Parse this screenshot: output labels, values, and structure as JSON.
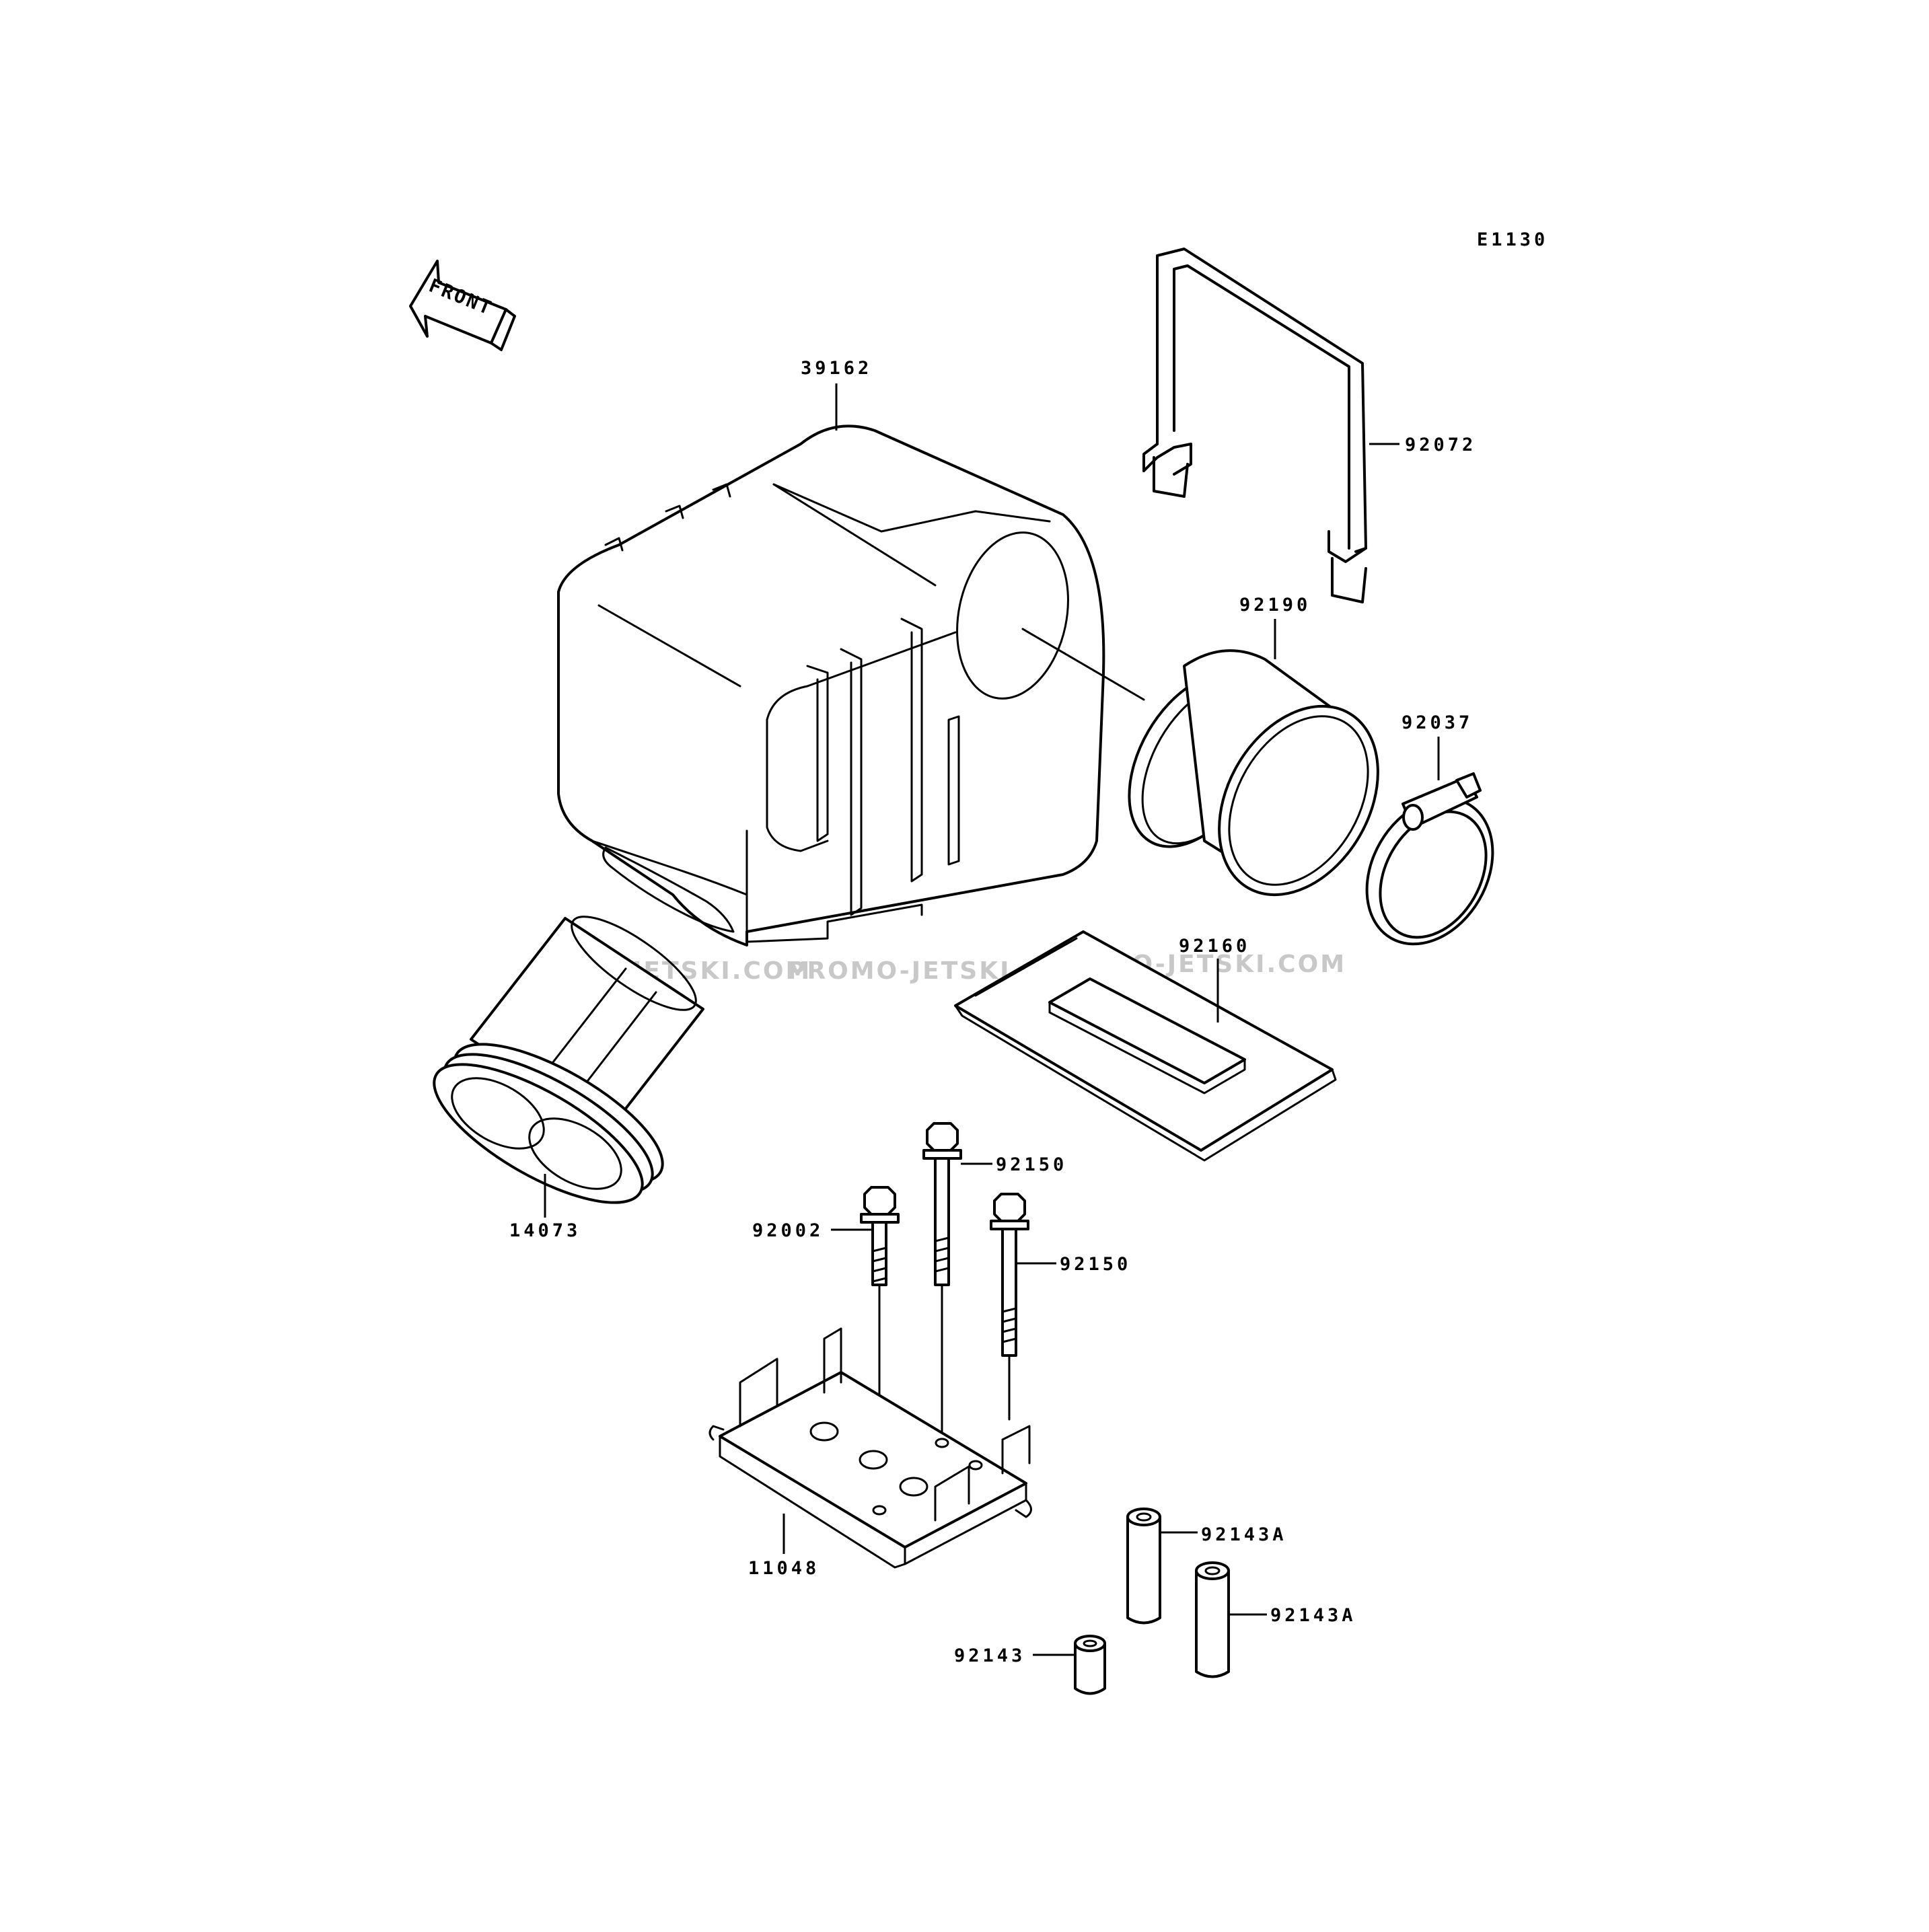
{
  "diagram": {
    "code": "E1130",
    "front_label": "FRONT",
    "watermarks": [
      "JETSKI.COM",
      "PROMO-JETSKI.COM",
      "PROMO-JETSKI.COM"
    ],
    "parts": [
      {
        "id": "39162",
        "name": "air-box-cover"
      },
      {
        "id": "92072",
        "name": "band"
      },
      {
        "id": "92190",
        "name": "intake-duct"
      },
      {
        "id": "92037",
        "name": "hose-clamp"
      },
      {
        "id": "92160",
        "name": "damper-pad"
      },
      {
        "id": "14073",
        "name": "inlet-duct"
      },
      {
        "id": "92150",
        "name": "bolt-a"
      },
      {
        "id": "92150",
        "name": "bolt-b"
      },
      {
        "id": "92002",
        "name": "bolt-c"
      },
      {
        "id": "11048",
        "name": "bracket"
      },
      {
        "id": "92143A",
        "name": "collar-a"
      },
      {
        "id": "92143A",
        "name": "collar-b"
      },
      {
        "id": "92143",
        "name": "collar-c"
      }
    ]
  }
}
